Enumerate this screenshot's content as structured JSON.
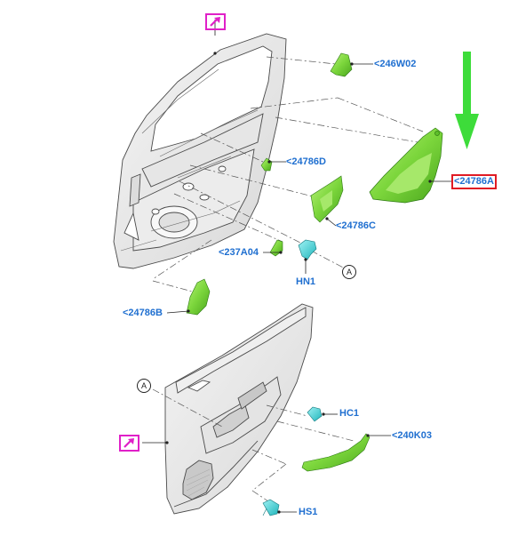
{
  "colors": {
    "label": "#1f6fd0",
    "part_green": "#7cd63c",
    "part_cyan": "#37d3d8",
    "highlight_box": "#e01b24",
    "external_ref": "#e020c8",
    "arrow": "#3ddc3a",
    "outline": "#4a4a4a"
  },
  "icons": {
    "external_ref": "arrow-up-right-icon",
    "direction_arrow": "arrow-down-icon"
  },
  "labels": {
    "p246W02": "<246W02",
    "p24786D": "<24786D",
    "p24786A": "<24786A",
    "p24786C": "<24786C",
    "p237A04": "<237A04",
    "HN1": "HN1",
    "p24786B": "<24786B",
    "HC1": "HC1",
    "p240K03": "<240K03",
    "HS1": "HS1"
  },
  "callouts": {
    "ref_a_upper": "A",
    "ref_a_lower": "A"
  },
  "selected_part": "<24786A"
}
